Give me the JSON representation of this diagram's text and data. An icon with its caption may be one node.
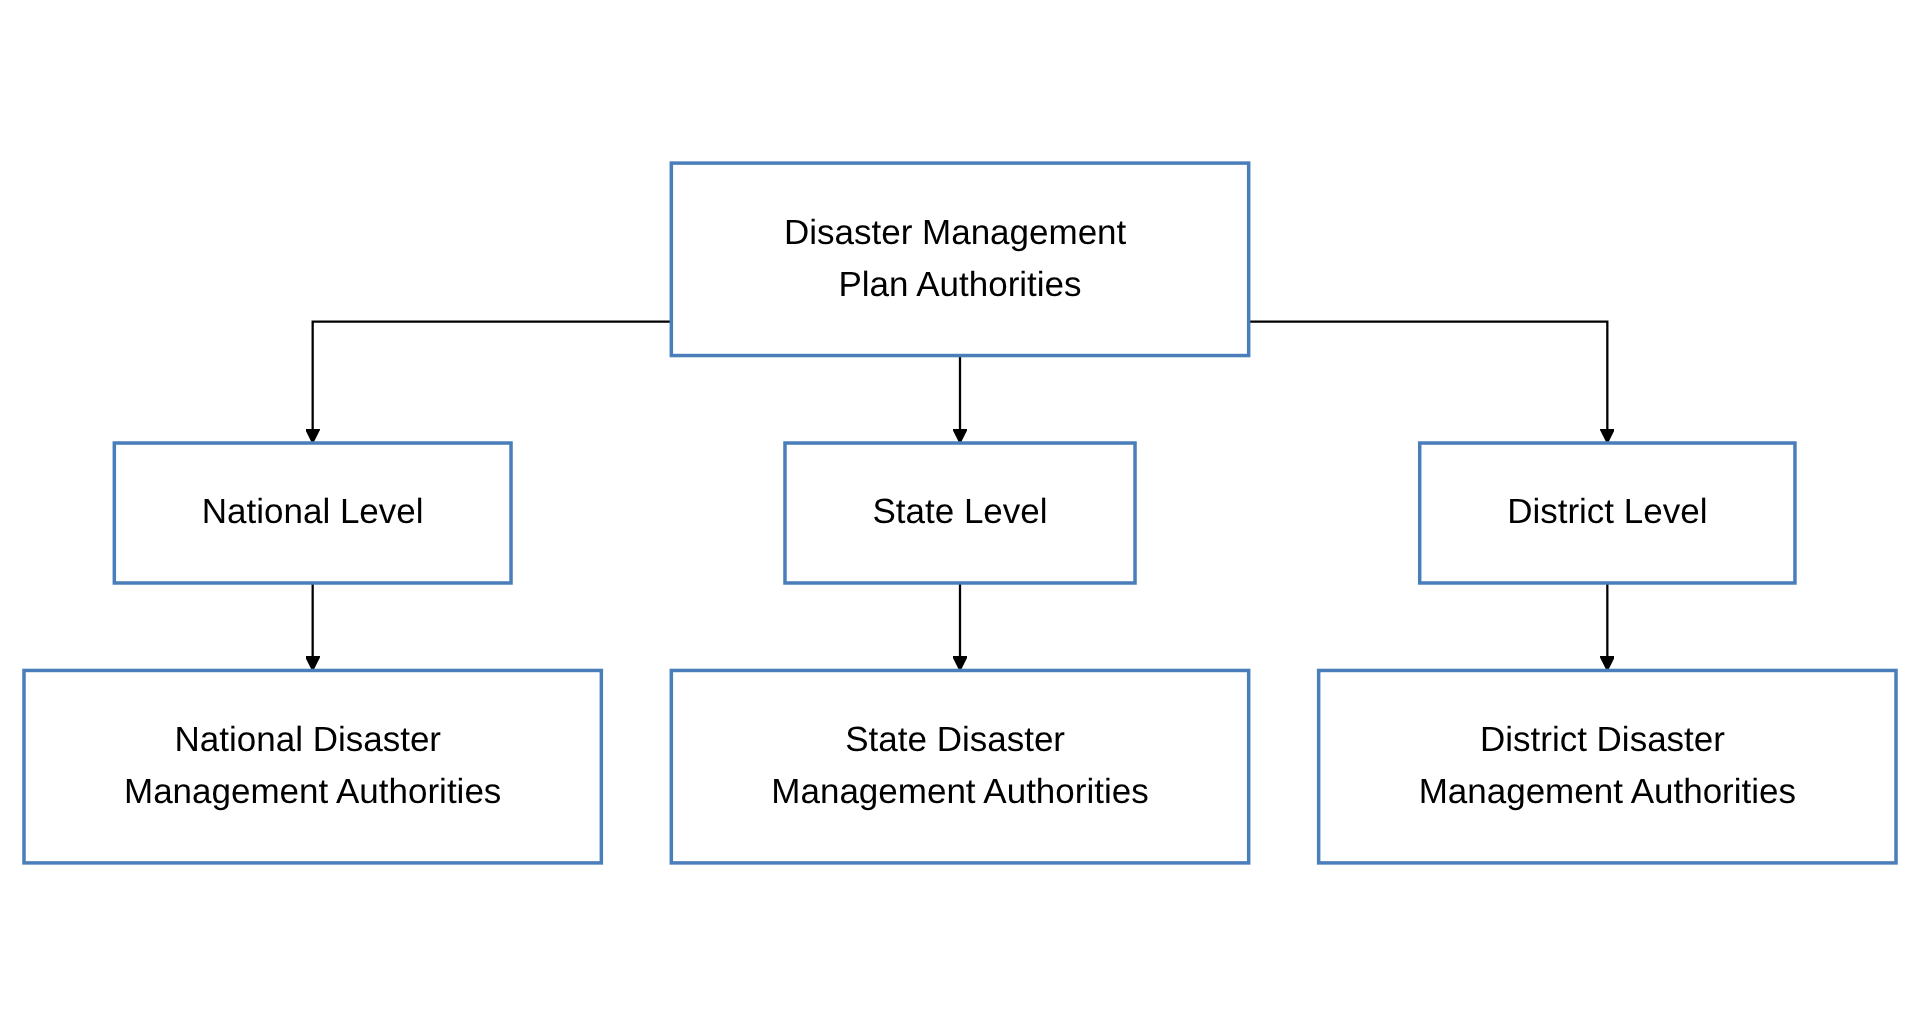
{
  "diagram": {
    "nodes": [
      {
        "text": [
          "Disaster Management Plan Authorities"
        ]
      },
      {
        "text": [
          "National Level"
        ]
      },
      {
        "text": [
          "State Level"
        ]
      },
      {
        "text": [
          "District Level"
        ]
      },
      {
        "text": [
          "National Disaster Management Authorities"
        ]
      },
      {
        "text": [
          "State Disaster Management Authorities"
        ]
      },
      {
        "text": [
          "District Disaster Management Authorities"
        ]
      }
    ],
    "edges": [
      {
        "from": 0,
        "to": 1,
        "arrow": "to"
      },
      {
        "from": 0,
        "to": 2,
        "arrow": "to"
      },
      {
        "from": 0,
        "to": 3,
        "arrow": "to"
      },
      {
        "from": 1,
        "to": 4,
        "arrow": "to"
      },
      {
        "from": 2,
        "to": 5,
        "arrow": "to"
      },
      {
        "from": 3,
        "to": 6,
        "arrow": "to"
      }
    ]
  }
}
